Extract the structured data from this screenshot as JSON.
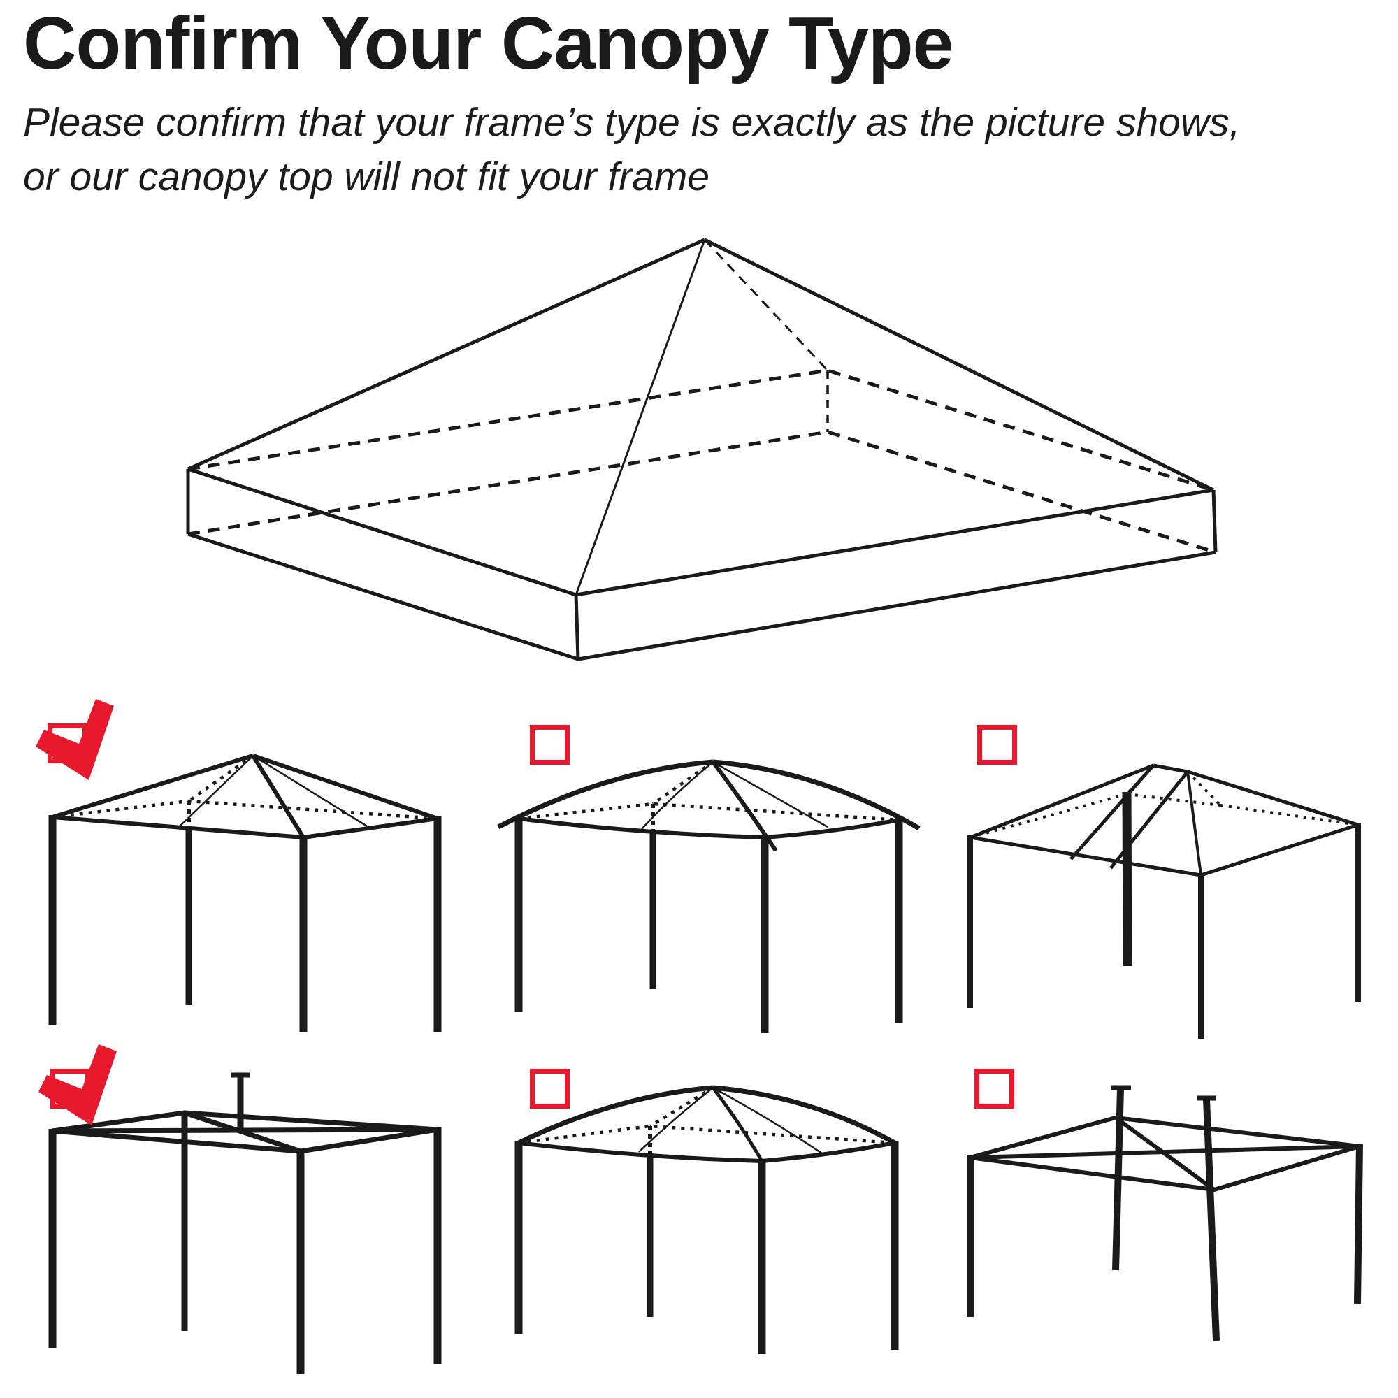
{
  "header": {
    "title": "Confirm Your Canopy Type",
    "subtitle_line1": "Please confirm that your frame’s type is exactly as the picture shows,",
    "subtitle_line2": "or our canopy top will not fit your frame"
  },
  "colors": {
    "accent_red": "#e8192c",
    "line_black": "#1a1a1a"
  },
  "main_diagram": {
    "name": "canopy-top-3d-outline",
    "line_style": "solid outer edges with dashed hidden back edges"
  },
  "options": [
    {
      "position": "row-1-col-1",
      "frame_style": "pyramid-peak-gazebo-frame",
      "checked": true
    },
    {
      "position": "row-1-col-2",
      "frame_style": "dome-top-frame-with-eave-overhang",
      "checked": false
    },
    {
      "position": "row-1-col-3",
      "frame_style": "ridge-peak-frame-with-center-pole",
      "checked": false
    },
    {
      "position": "row-2-col-1",
      "frame_style": "flat-top-frame-with-center-pole",
      "checked": true
    },
    {
      "position": "row-2-col-2",
      "frame_style": "dome-top-gazebo-frame",
      "checked": false
    },
    {
      "position": "row-2-col-3",
      "frame_style": "flat-top-frame-with-two-poles",
      "checked": false
    }
  ]
}
